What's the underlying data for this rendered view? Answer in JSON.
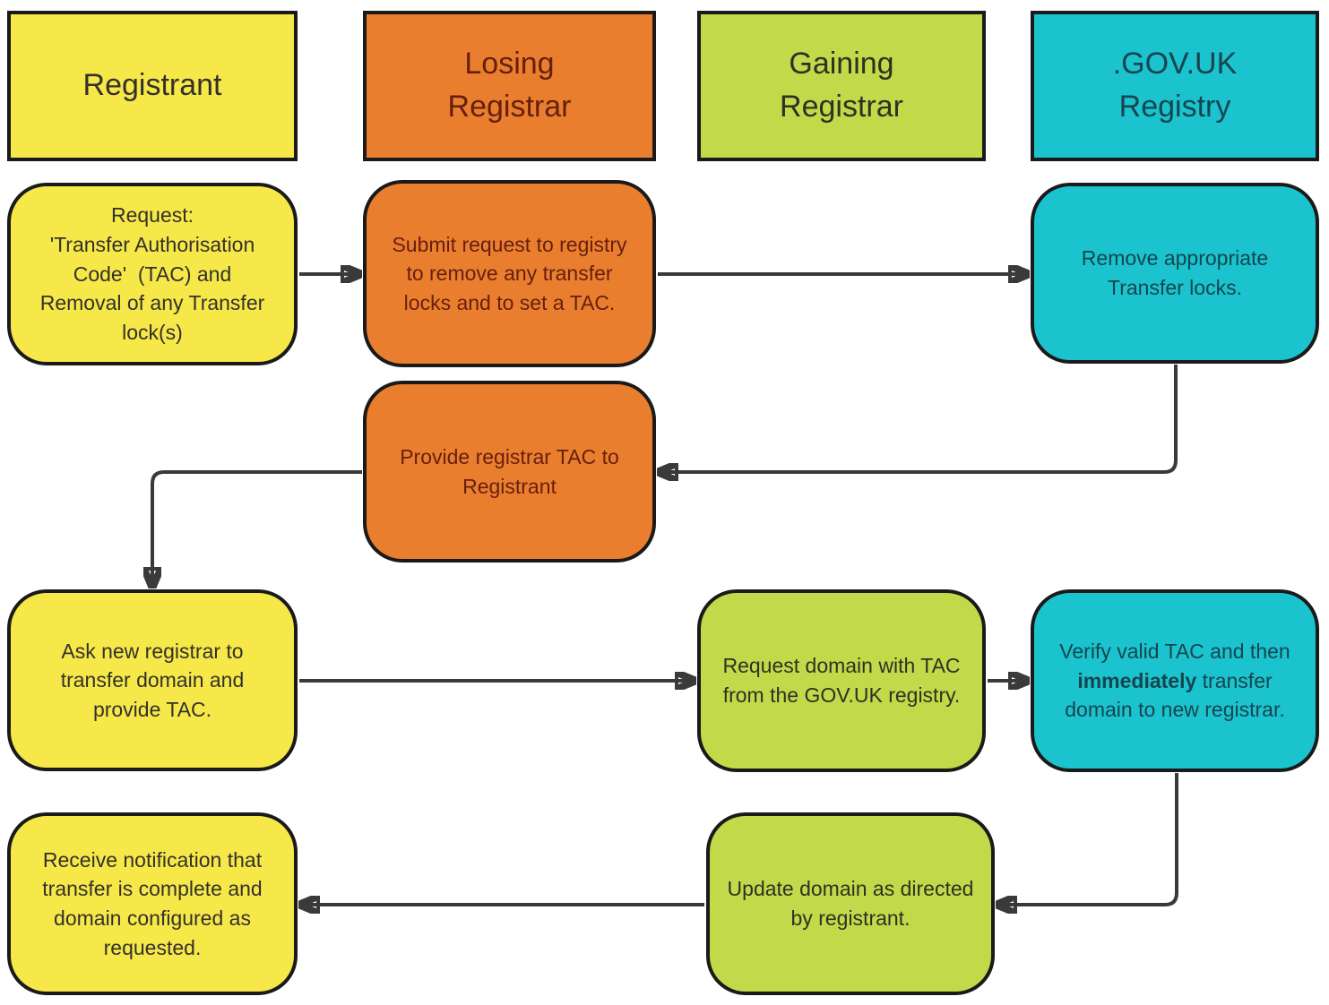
{
  "palette": {
    "yellow_bg": "#f7e849",
    "yellow_text": "#33312b",
    "orange_bg": "#ea7e2f",
    "orange_text": "#661f0e",
    "green_bg": "#c2d94a",
    "green_text": "#2e3122",
    "cyan_bg": "#1ac3ce",
    "cyan_text": "#16454f",
    "border": "#1a1a1a",
    "arrow": "#3a3a3a"
  },
  "headers": [
    {
      "label": "Registrant"
    },
    {
      "label": "Losing\nRegistrar"
    },
    {
      "label": "Gaining\nRegistrar"
    },
    {
      "label": ".GOV.UK\nRegistry"
    }
  ],
  "nodes": {
    "request_tac": {
      "text": "Request:\n'Transfer Authorisation\nCode'  (TAC) and\nRemoval of any Transfer\nlock(s)"
    },
    "submit_request": {
      "text": "Submit request to registry\nto remove any transfer\nlocks and to set a TAC."
    },
    "remove_locks": {
      "text": "Remove appropriate\nTransfer locks."
    },
    "provide_tac": {
      "text": "Provide registrar TAC to\nRegistrant"
    },
    "ask_new_registrar": {
      "text": "Ask new registrar to\ntransfer domain and\nprovide TAC."
    },
    "request_domain": {
      "text": "Request domain with TAC\nfrom the GOV.UK registry."
    },
    "verify_tac": {
      "line1": "Verify valid TAC and then",
      "bold_word": "immediately",
      "line2_rest": " transfer",
      "line3": "domain to new registrar."
    },
    "update_domain": {
      "text": "Update domain as directed\nby registrant."
    },
    "receive_notification": {
      "text": "Receive notification that\ntransfer is complete and\ndomain configured as\nrequested."
    }
  }
}
